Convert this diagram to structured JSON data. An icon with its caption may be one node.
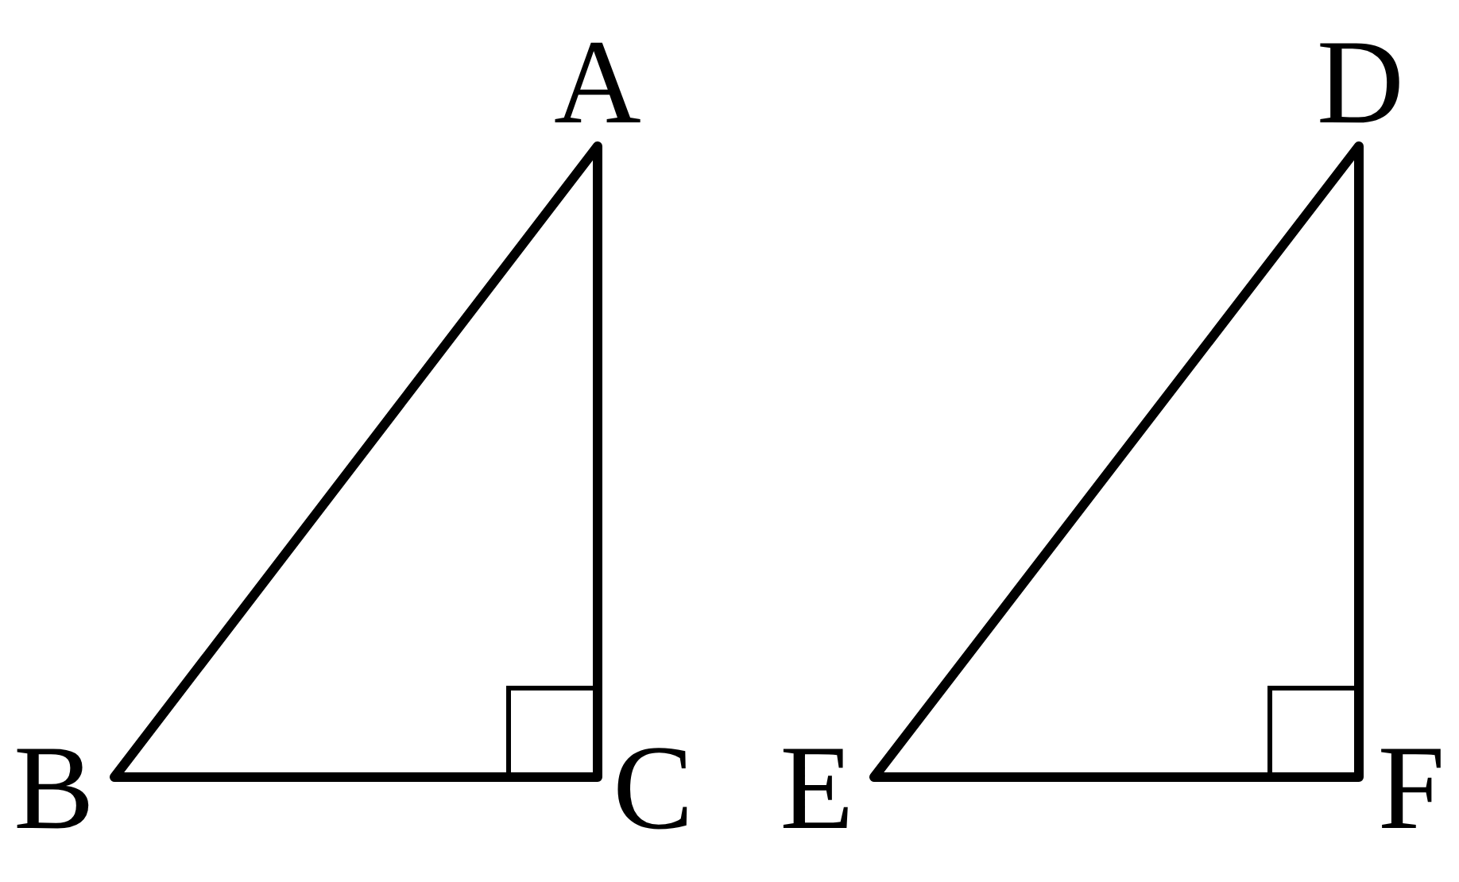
{
  "diagram": {
    "labels": [
      "A",
      "D",
      "B",
      "C",
      "E",
      "F"
    ]
  }
}
